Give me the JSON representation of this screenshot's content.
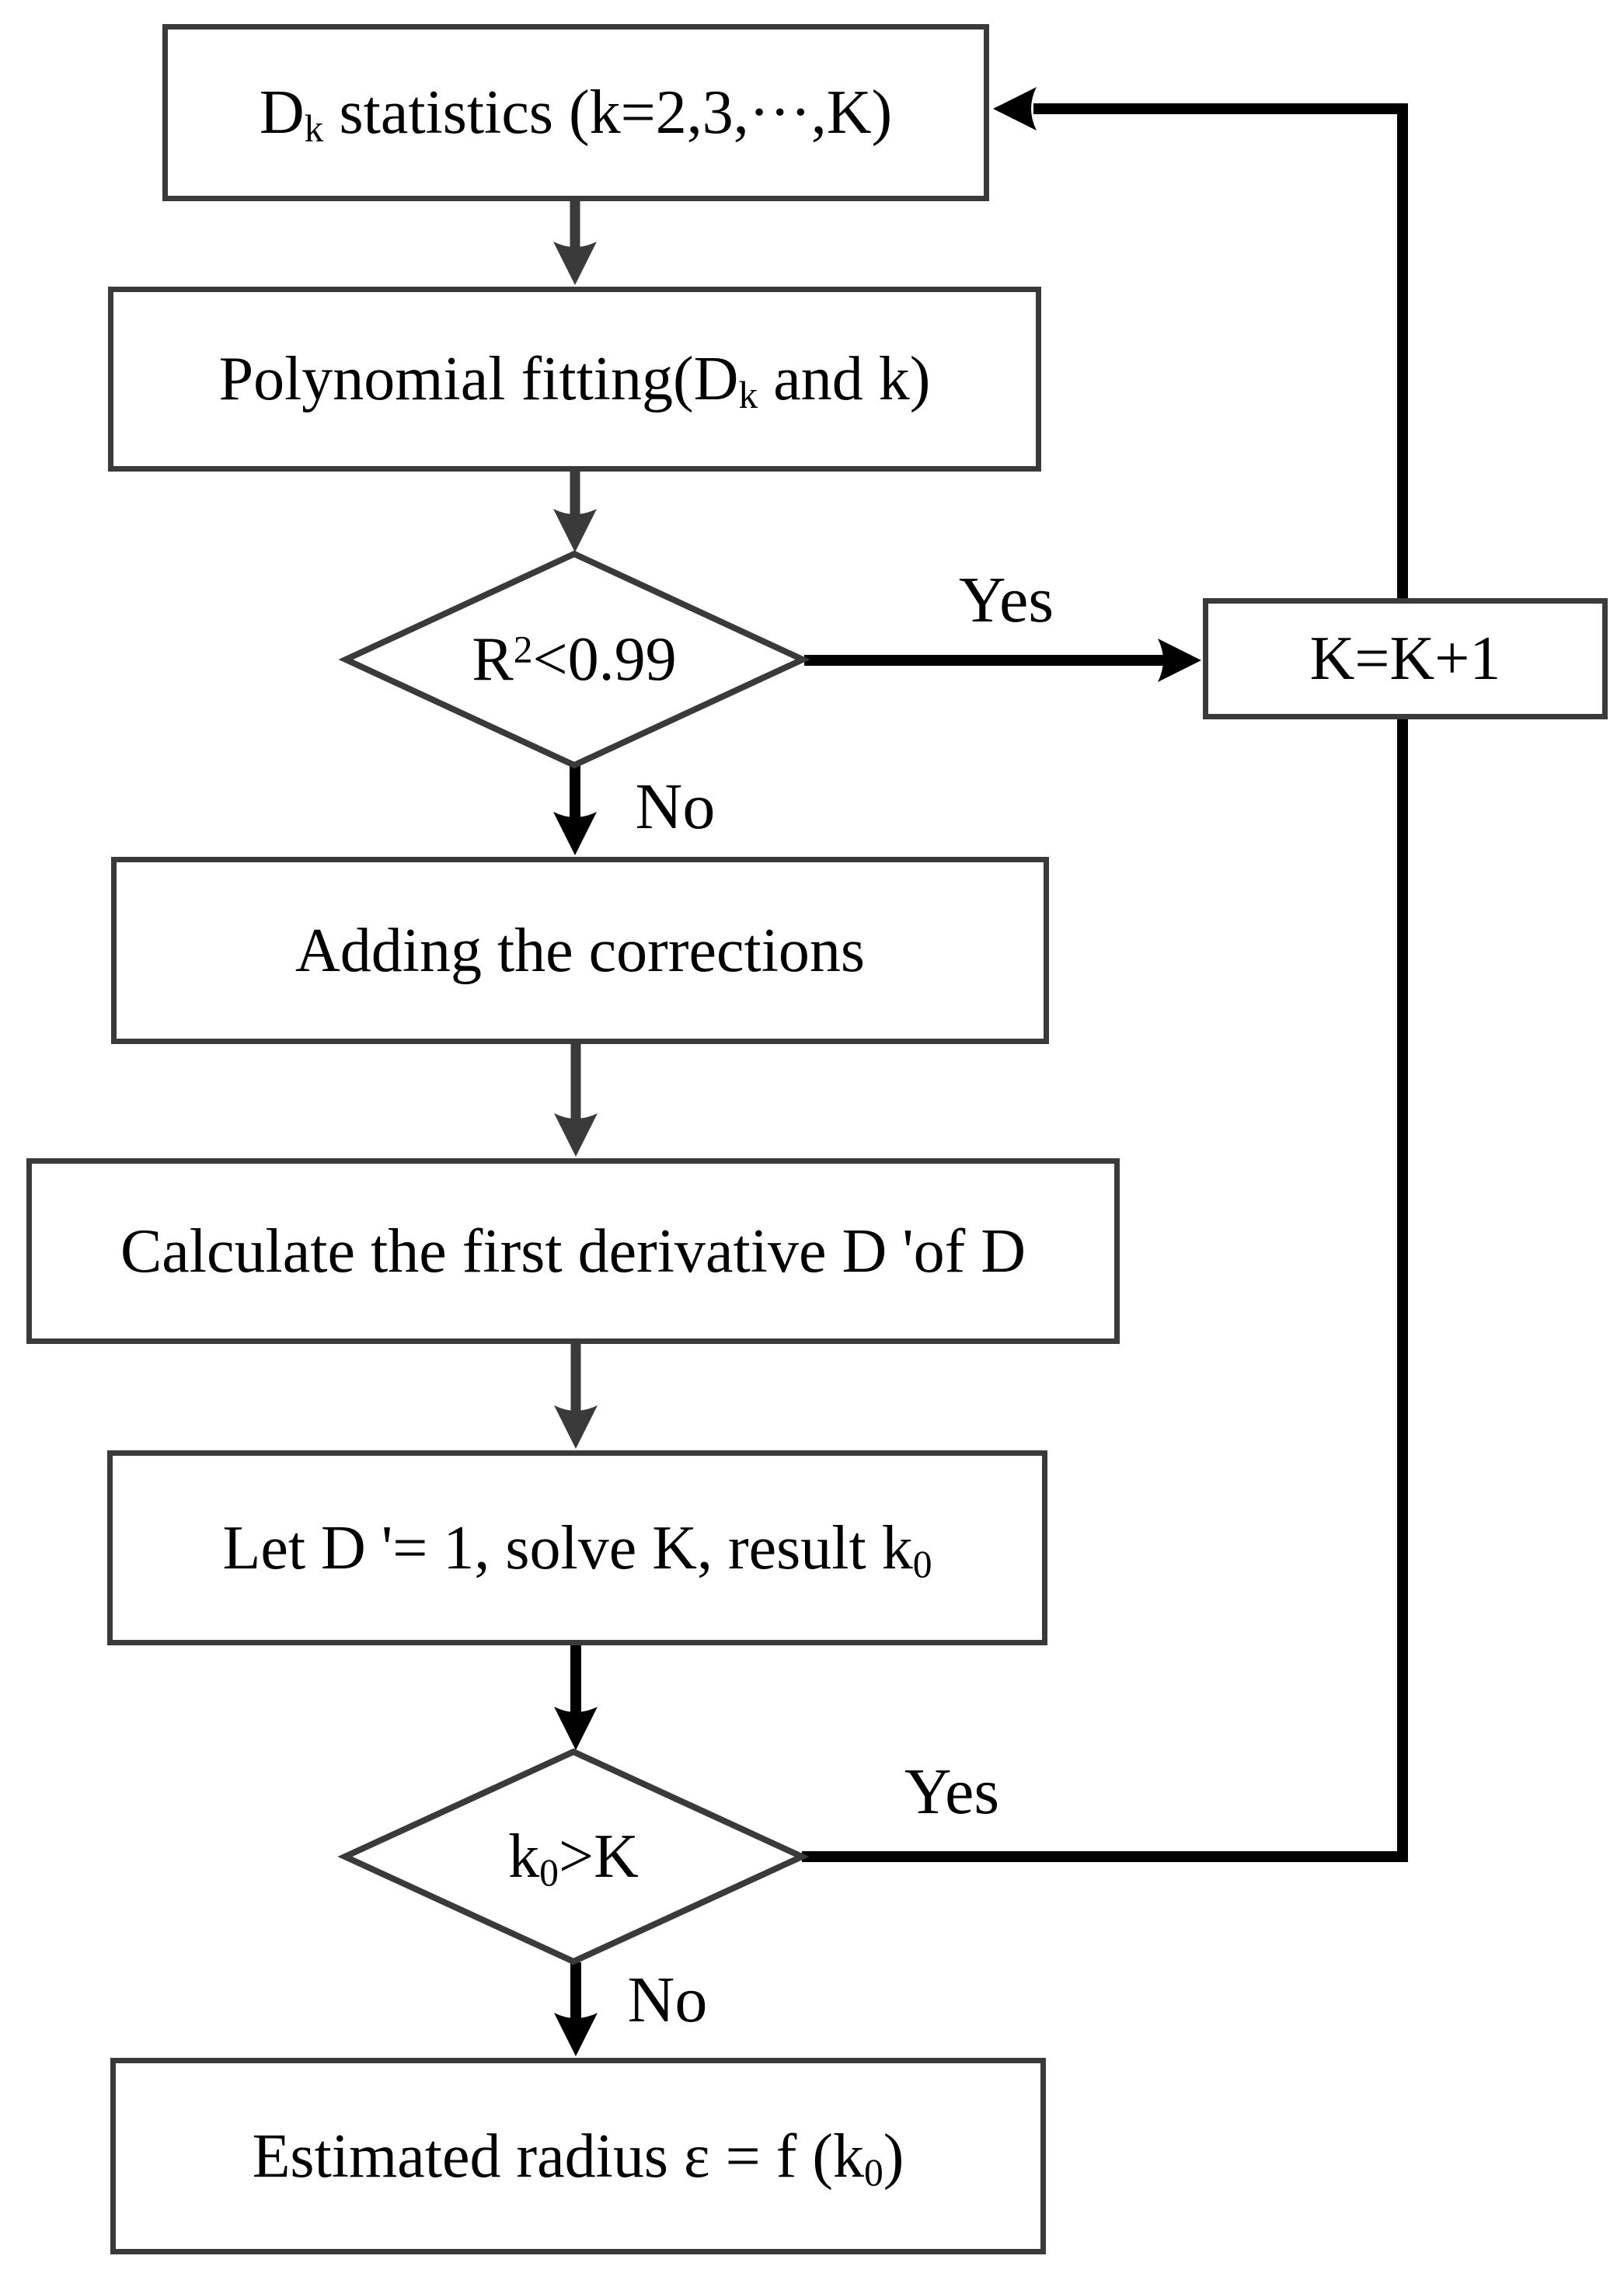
{
  "flowchart": {
    "nodes": {
      "dk_statistics": {
        "pre": "D",
        "sub": "k",
        "post": " statistics (k=2,3,···,K)"
      },
      "polynomial_fitting": {
        "pre": "Polynomial fitting(D",
        "sub": "k",
        "post": " and k)"
      },
      "r2_decision": {
        "pre": "R",
        "sup": "2",
        "post": "<0.99"
      },
      "k_increment": {
        "label": "K=K+1"
      },
      "adding_corrections": {
        "label": "Adding the corrections"
      },
      "calculate_derivative": {
        "label": "Calculate the first derivative D 'of D"
      },
      "let_d_solve": {
        "pre": "Let D '= 1, solve K, result k",
        "sub": "0",
        "post": ""
      },
      "k0_decision": {
        "pre": "k",
        "sub": "0",
        "post": ">K"
      },
      "estimated_radius": {
        "pre": "Estimated radius ε = f (k",
        "sub": "0",
        "post": ")"
      }
    },
    "edge_labels": {
      "r2_yes": "Yes",
      "r2_no": "No",
      "k0_yes": "Yes",
      "k0_no": "No"
    },
    "colors": {
      "node_border": "#3a3a3a",
      "connector_gray": "#3a3a3a",
      "connector_black": "#000000",
      "text": "#000000",
      "background": "#ffffff"
    }
  }
}
